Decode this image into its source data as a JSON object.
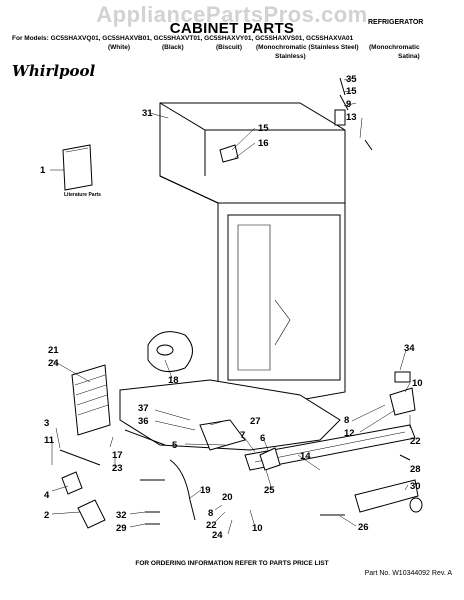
{
  "watermark": "AppliancePartsPros.com",
  "header": {
    "title": "CABINET PARTS",
    "subtitle": "REFRIGERATOR",
    "models": "For Models: GC5SHAXVQ01, GC5SHAXVB01, GC5SHAXVT01, GC5SHAXVY01, GC5SHAXVS01, GC5SHAXVA01",
    "colors": [
      "(White)",
      "(Black)",
      "(Biscuit)",
      "(Monochromatic (Stainless Steel)",
      "(Monochromatic"
    ],
    "colors_line2": [
      "Stainless)",
      "Satina)"
    ],
    "brand": "Whirlpool"
  },
  "literature_label": "Literature Parts",
  "callouts": {
    "c35": "35",
    "c15a": "15",
    "c9": "9",
    "c13": "13",
    "c31": "31",
    "c15b": "15",
    "c16": "16",
    "c1": "1",
    "c21": "21",
    "c24a": "24",
    "c18": "18",
    "c34": "34",
    "c10a": "10",
    "c37": "37",
    "c36": "36",
    "c27": "27",
    "c3": "3",
    "c11": "11",
    "c17": "17",
    "c23": "23",
    "c5": "5",
    "c7": "7",
    "c6": "6",
    "c8a": "8",
    "c12": "12",
    "c14": "14",
    "c22a": "22",
    "c28": "28",
    "c25": "25",
    "c4": "4",
    "c19": "19",
    "c30": "30",
    "c2": "2",
    "c32": "32",
    "c29": "29",
    "c8b": "8",
    "c22b": "22",
    "c24b": "24",
    "c20": "20",
    "c10b": "10",
    "c26": "26"
  },
  "footer": {
    "ordering": "FOR ORDERING INFORMATION REFER TO PARTS PRICE LIST",
    "part_number": "Part No. W10344092 Rev. A"
  }
}
